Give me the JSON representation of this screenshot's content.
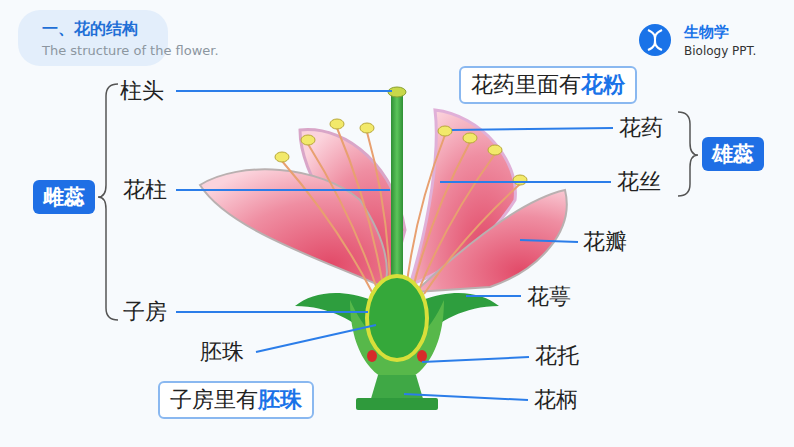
{
  "diagram": {
    "title": "一、花的结构",
    "nodes": [
      {
        "text": [
          "花药里面有",
          "花粉"
        ]
      },
      {
        "text": [
          "雄蕊"
        ]
      },
      {
        "text": [
          "雌蕊"
        ]
      },
      {
        "text": [
          "子房里有",
          "胚珠"
        ]
      }
    ],
    "labels": [
      "The structure of the flower.",
      "生物学",
      "Biology PPT.",
      "柱头",
      "花柱",
      "子房",
      "胚珠",
      "花药",
      "花丝",
      "花瓣",
      "花萼",
      "花托",
      "花柄"
    ]
  }
}
